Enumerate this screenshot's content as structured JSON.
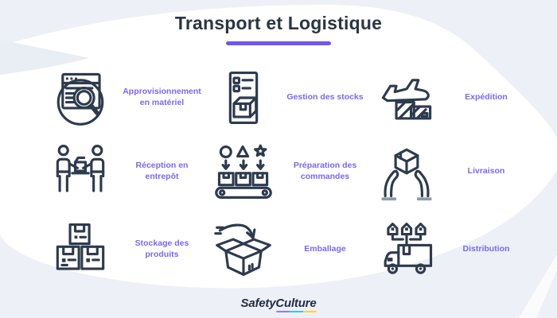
{
  "title": "Transport et Logistique",
  "colors": {
    "background_gray": "#edf0f6",
    "shape_white": "#ffffff",
    "title_text": "#2b3544",
    "accent_underline": "#6f56f3",
    "label_text": "#7b68ee",
    "icon_stroke": "#2e3a4e",
    "logo_text": "#222d47",
    "logo_underline_purple": "#8f7df8",
    "logo_underline_blue": "#3fc1f3",
    "logo_underline_yellow": "#ffd43a"
  },
  "grid": {
    "items": [
      {
        "icon": "sourcing-magnifier-icon",
        "label": "Approvisionnement en matériel"
      },
      {
        "icon": "stock-checklist-icon",
        "label": "Gestion des stocks"
      },
      {
        "icon": "cargo-plane-icon",
        "label": "Expédition"
      },
      {
        "icon": "warehouse-handover-icon",
        "label": "Réception en entrepôt"
      },
      {
        "icon": "conveyor-sorting-icon",
        "label": "Préparation des commandes"
      },
      {
        "icon": "hands-holding-box-icon",
        "label": "Livraison"
      },
      {
        "icon": "stacked-boxes-icon",
        "label": "Stockage des produits"
      },
      {
        "icon": "open-box-packing-icon",
        "label": "Emballage"
      },
      {
        "icon": "delivery-truck-routes-icon",
        "label": "Distribution"
      }
    ]
  },
  "footer": {
    "brand_first": "Safety",
    "brand_second": "Culture"
  }
}
